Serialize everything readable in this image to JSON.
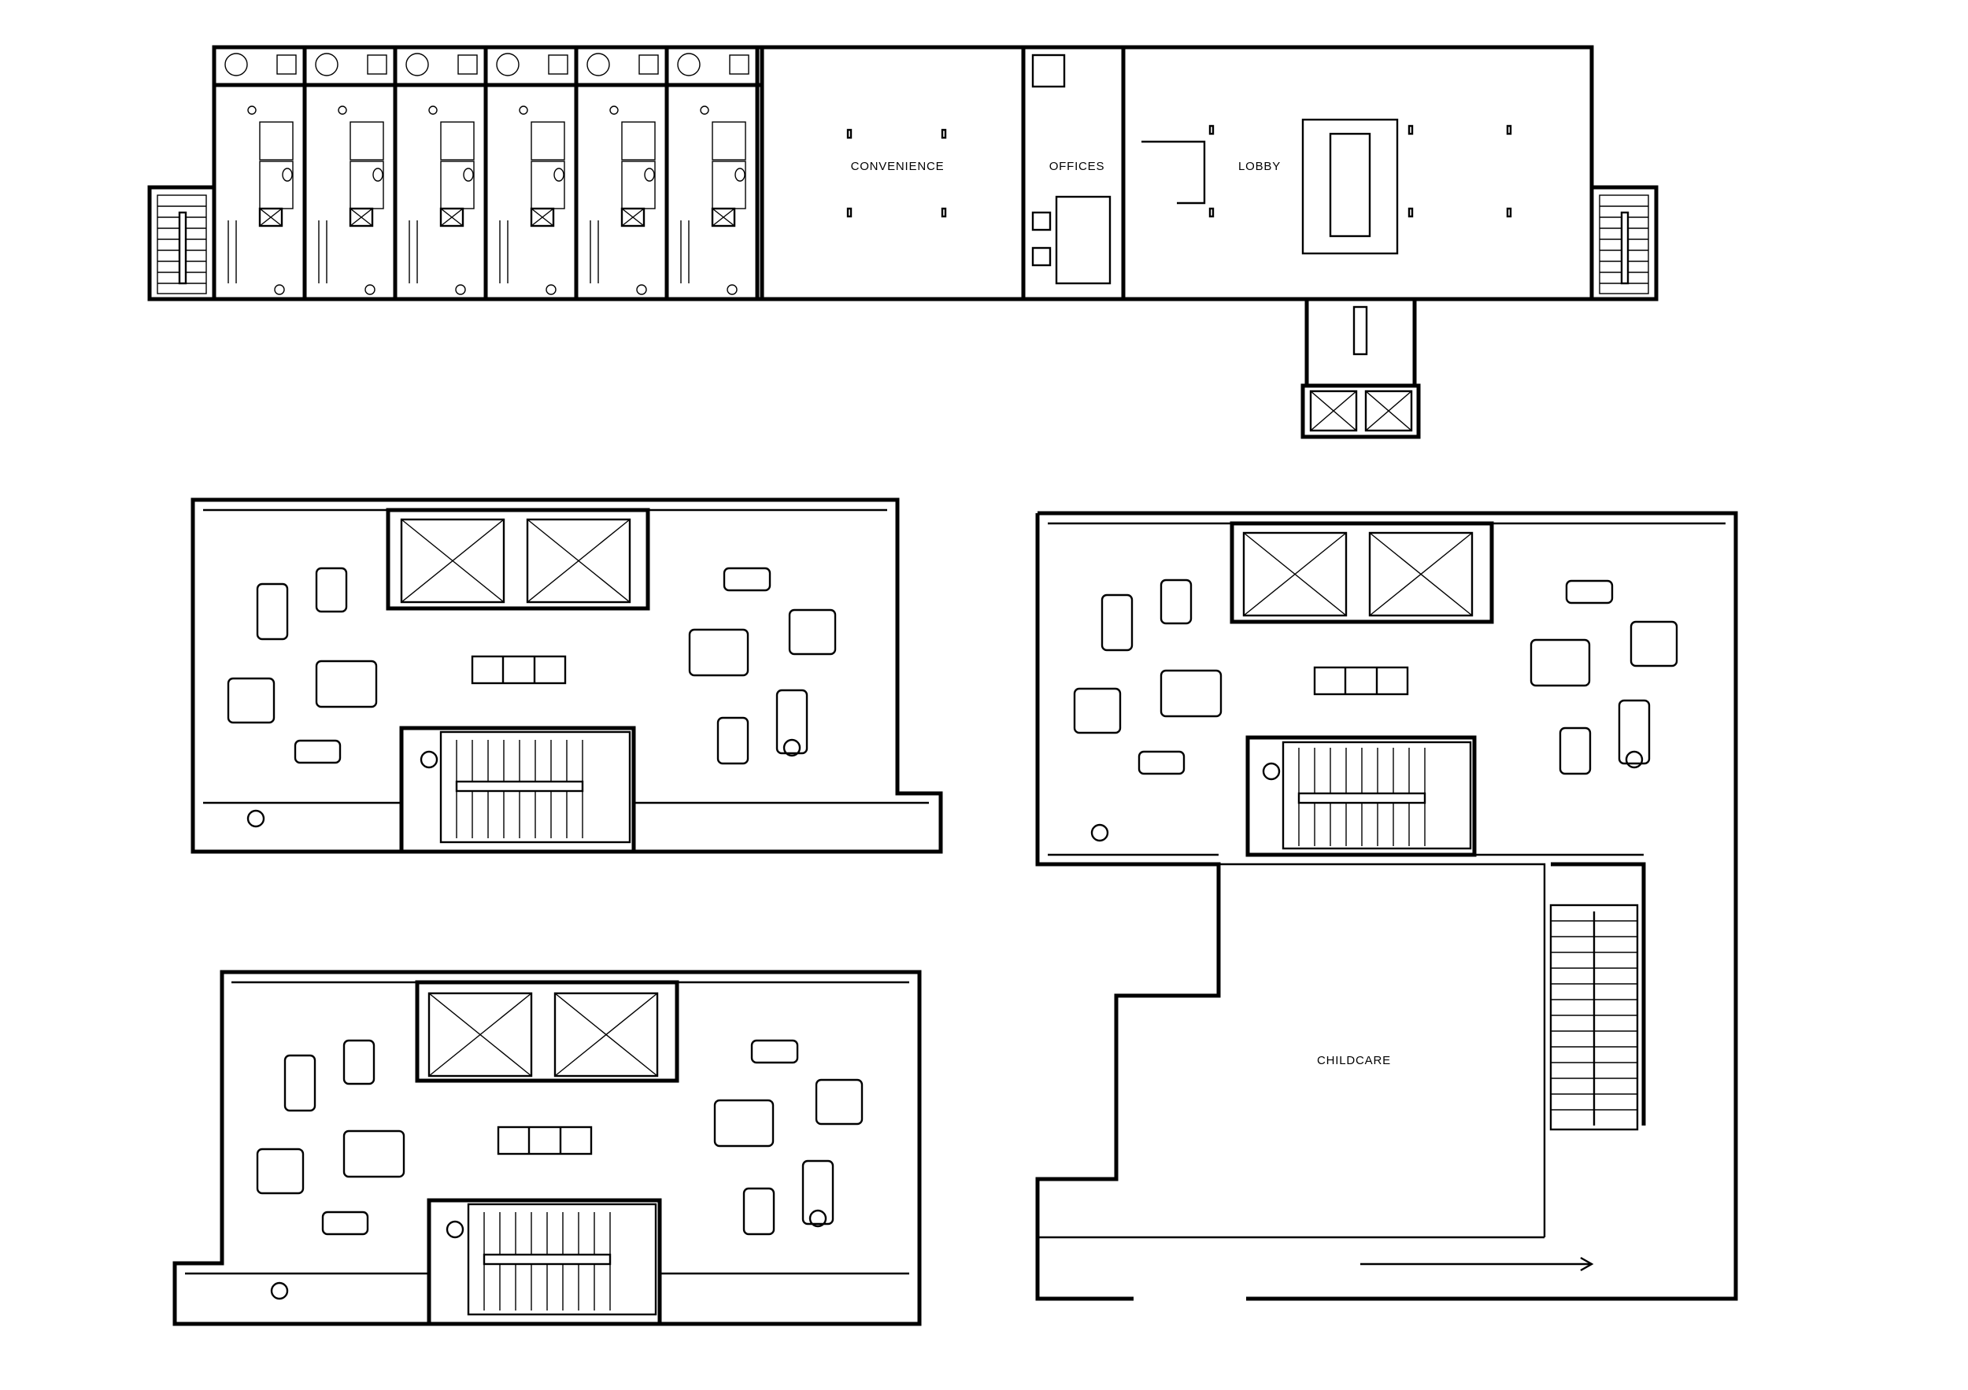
{
  "labels": {
    "convenience": "CONVENIENCE",
    "offices": "OFFICES",
    "lobby": "LOBBY",
    "childcare": "CHILDCARE"
  },
  "colors": {
    "line": "#000000",
    "background": "#ffffff"
  },
  "units": {
    "count": 6
  },
  "icons": [
    "tree-icon",
    "chair-icon",
    "bed-icon",
    "toilet-icon",
    "elevator-icon",
    "stair-icon",
    "arrow-icon"
  ]
}
